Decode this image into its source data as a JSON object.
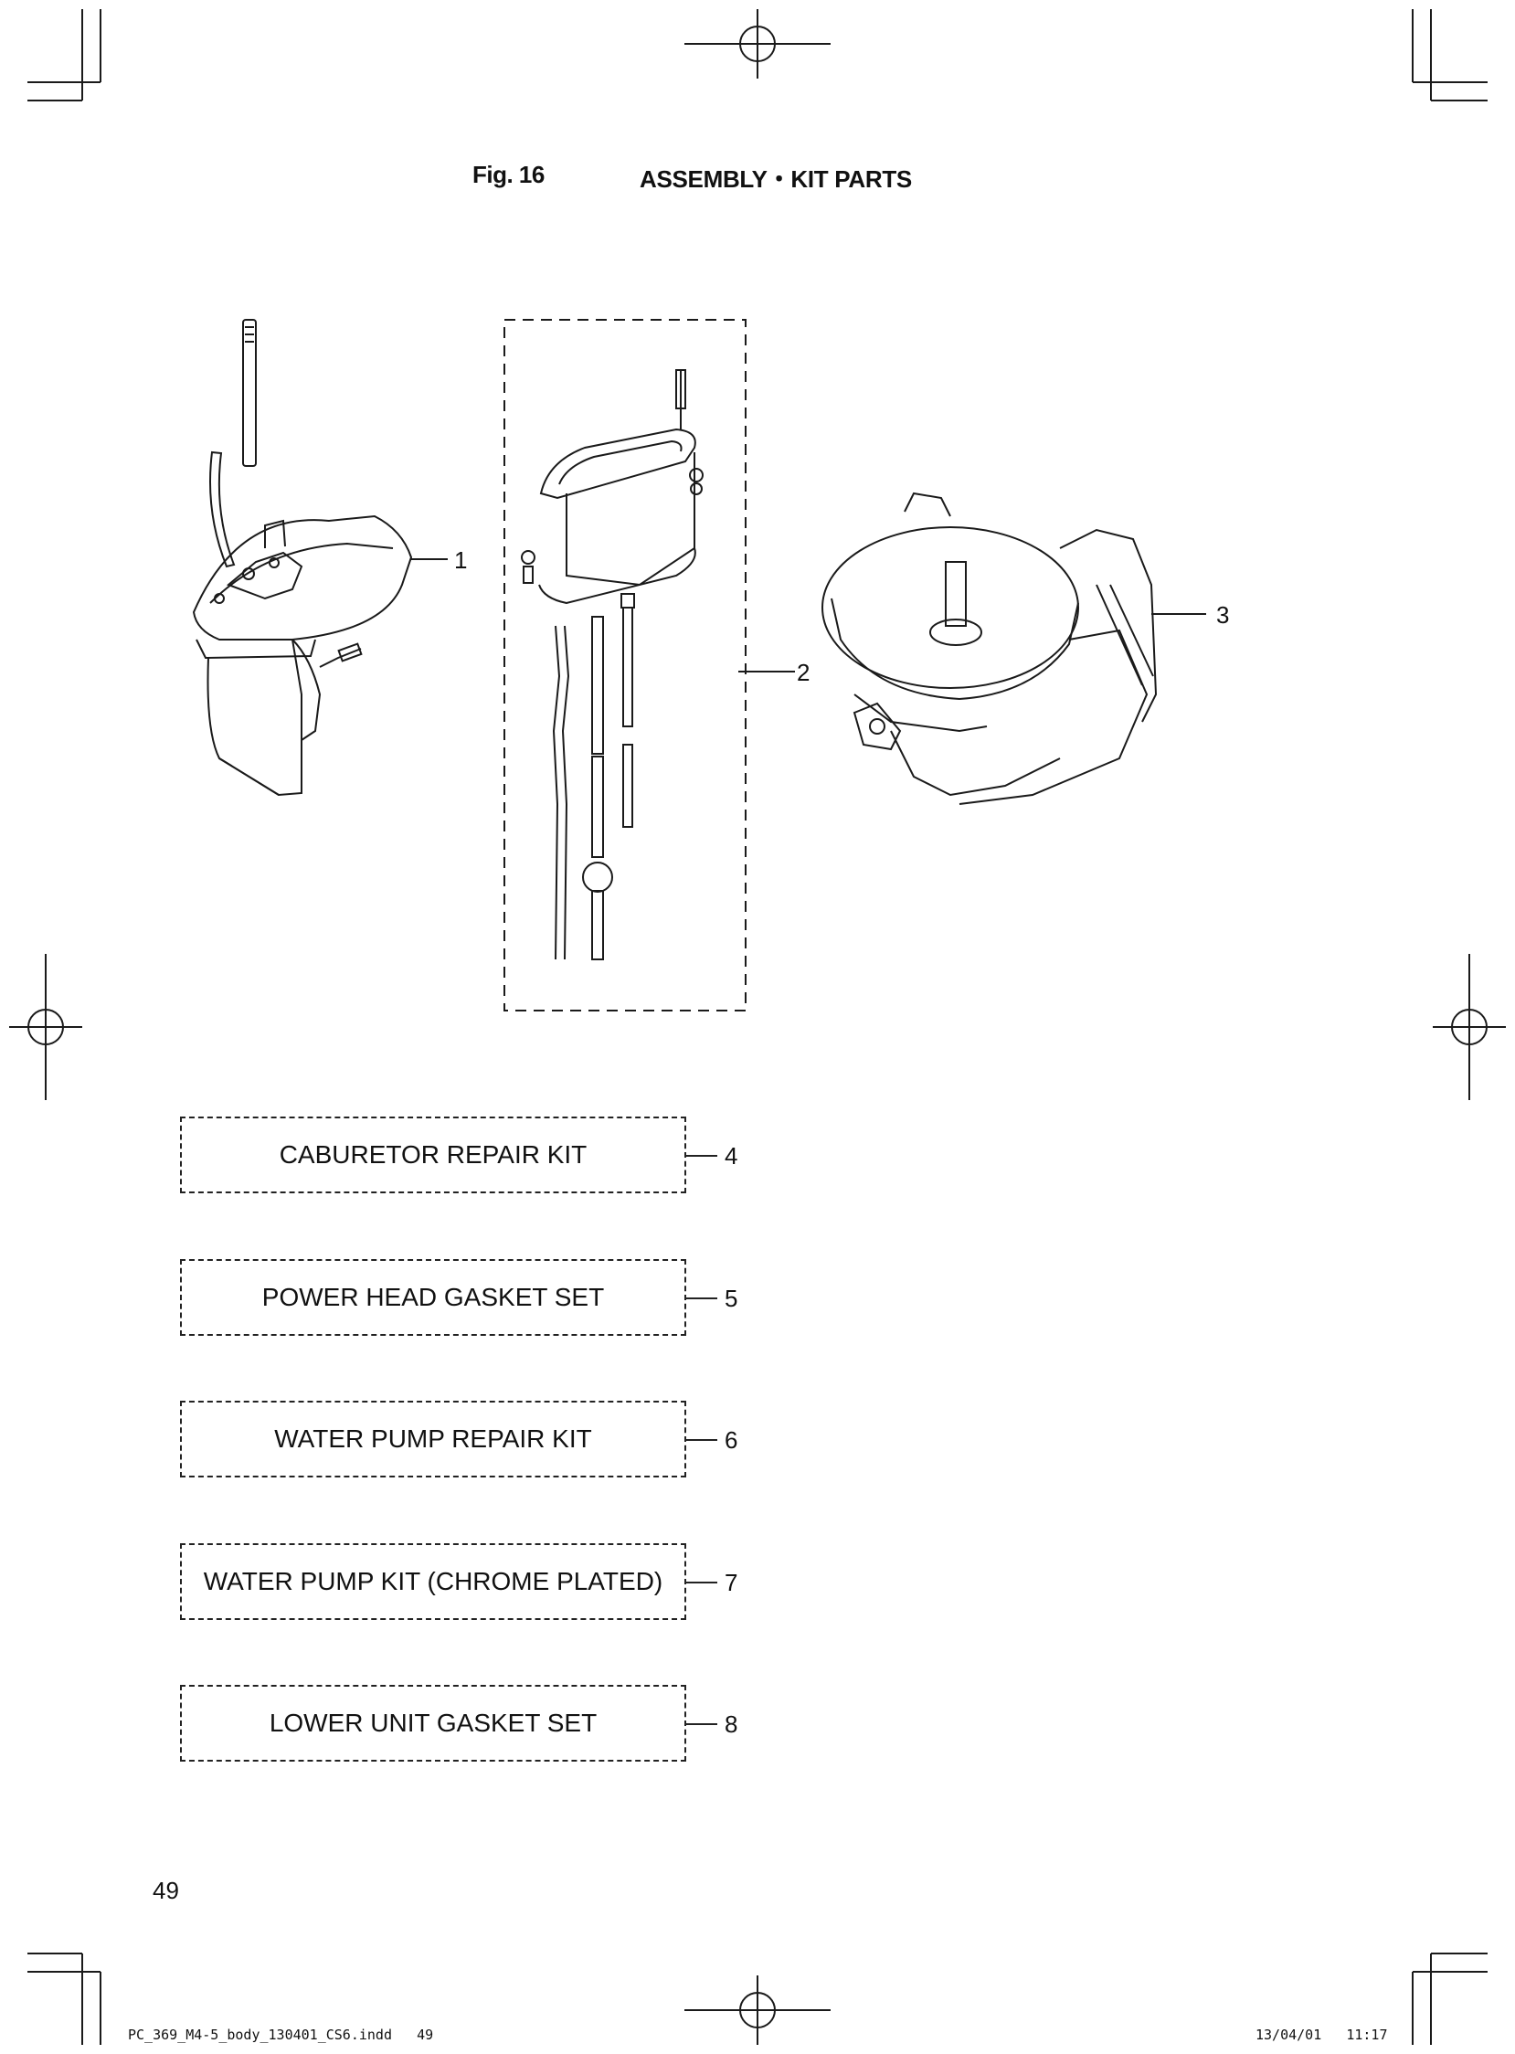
{
  "figure": {
    "number": "Fig. 16",
    "title": "ASSEMBLY・KIT PARTS"
  },
  "callouts": {
    "c1": "1",
    "c2": "2",
    "c3": "3"
  },
  "kits": [
    {
      "label": "CABURETOR REPAIR KIT",
      "num": "4"
    },
    {
      "label": "POWER HEAD GASKET SET",
      "num": "5"
    },
    {
      "label": "WATER PUMP REPAIR KIT",
      "num": "6"
    },
    {
      "label": "WATER PUMP KIT (CHROME PLATED)",
      "num": "7"
    },
    {
      "label": "LOWER UNIT GASKET SET",
      "num": "8"
    }
  ],
  "page_number": "49",
  "slug": {
    "file": "PC_369_M4-5_body_130401_CS6.indd   49",
    "timestamp": "13/04/01   11:17"
  }
}
